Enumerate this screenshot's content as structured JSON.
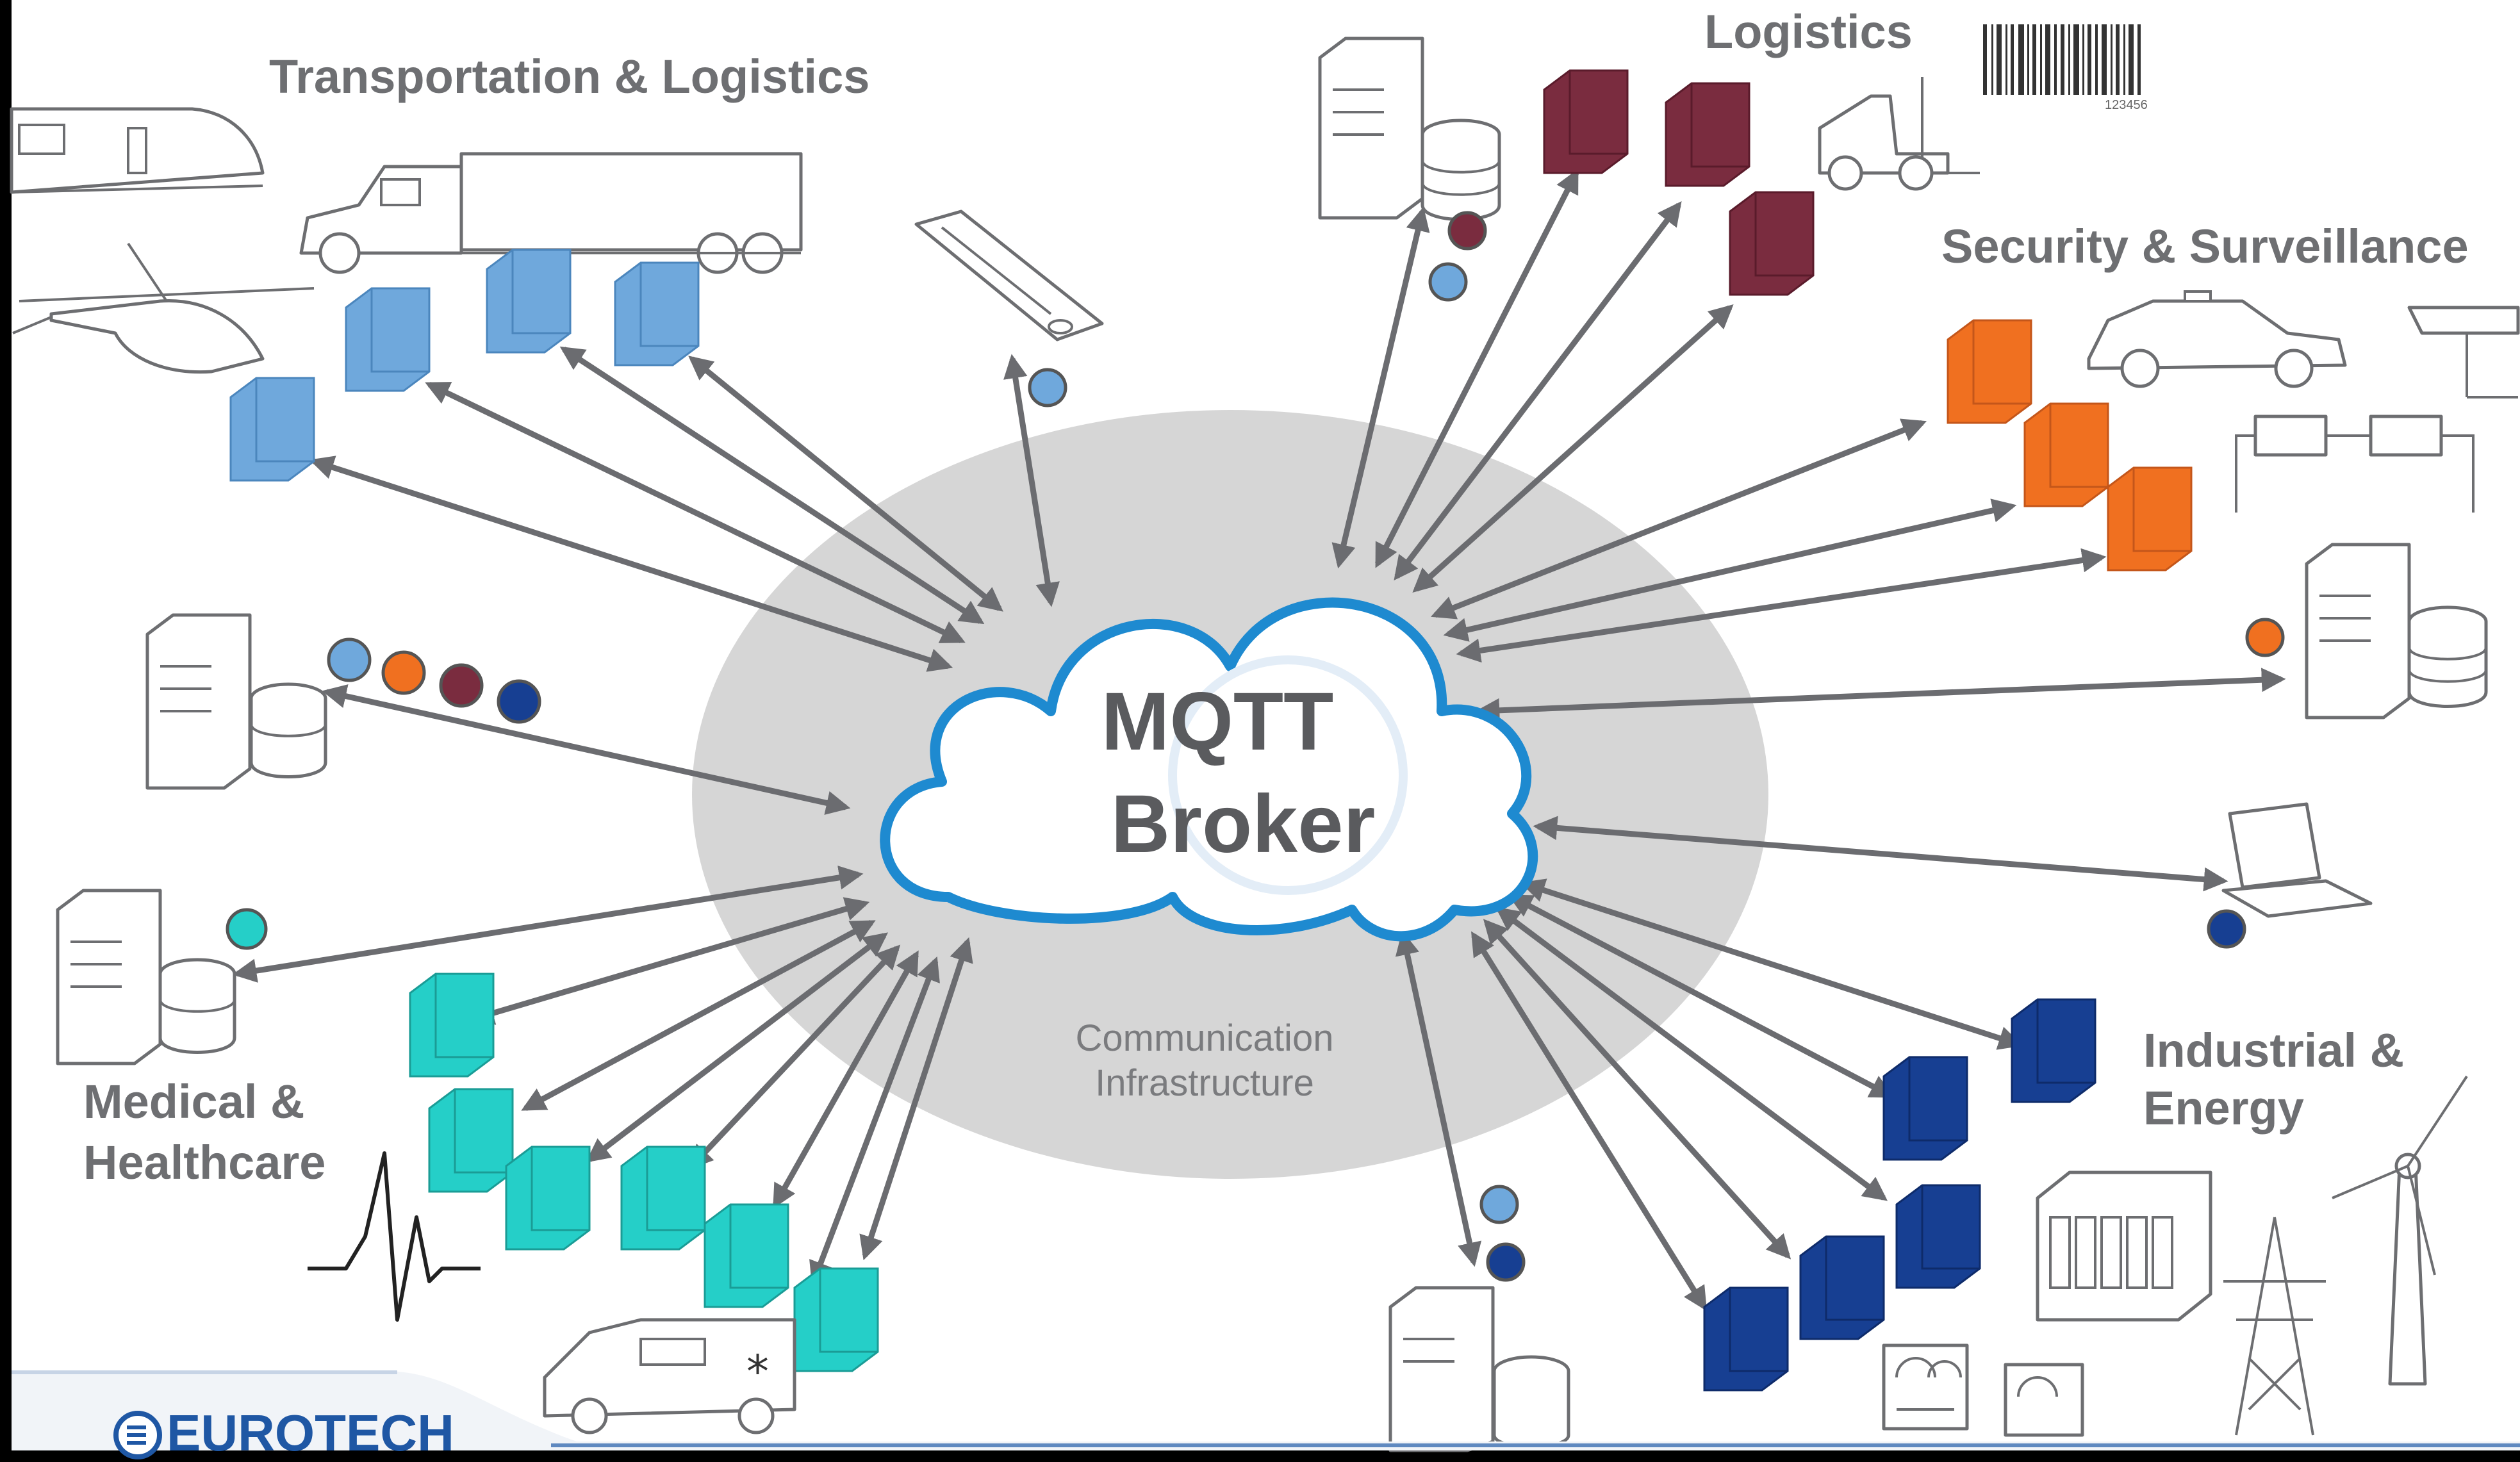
{
  "colors": {
    "background": "#ffffff",
    "ellipse": "#d6d6d6",
    "cloud_stroke": "#1e8ad0",
    "arrow": "#6b6c70",
    "transport": "#6fa8dc",
    "logistics": "#7a2c3f",
    "security": "#f07020",
    "medical": "#25cfc8",
    "industrial": "#173f92",
    "brand": "#1f57a4"
  },
  "broker": {
    "line1": "MQTT",
    "line2": "Broker"
  },
  "infrastructure": {
    "line1": "Communication",
    "line2": "Infrastructure"
  },
  "sectors": {
    "transport": "Transportation & Logistics",
    "logistics": "Logistics",
    "security": "Security & Surveillance",
    "medical_line1": "Medical &",
    "medical_line2": "Healthcare",
    "industrial_line1": "Industrial &",
    "industrial_line2": "Energy"
  },
  "barcode": {
    "number": "123456"
  },
  "brand": {
    "name": "EUROTECH",
    "logo_icon": "eurotech-logo-icon"
  },
  "icons": [
    "train-icon",
    "truck-icon",
    "helicopter-icon",
    "handheld-device-icon",
    "server-icon",
    "database-icon",
    "forklift-icon",
    "barcode-icon",
    "police-car-icon",
    "surveillance-camera-icon",
    "laptop-icon",
    "ambulance-icon",
    "heartbeat-icon",
    "power-pylon-icon",
    "wind-turbine-icon",
    "meter-icon",
    "controller-icon"
  ]
}
